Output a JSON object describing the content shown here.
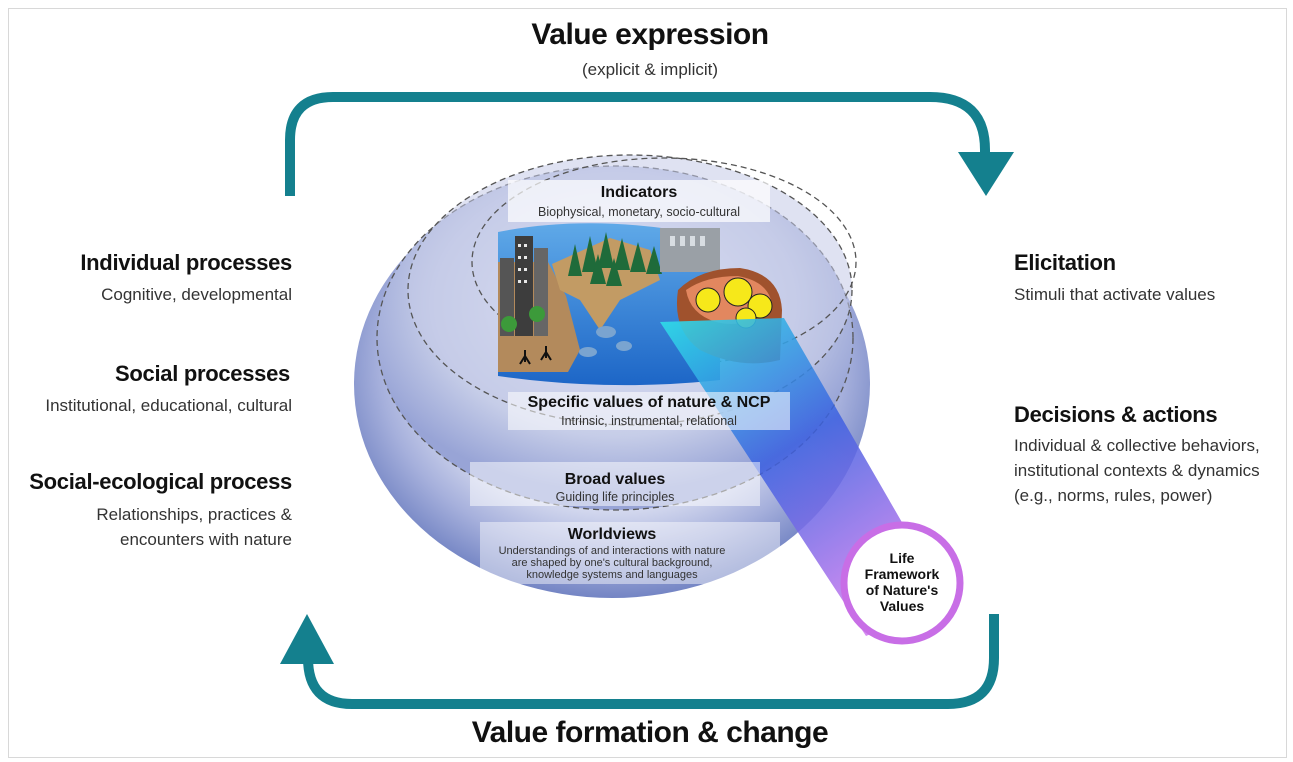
{
  "top": {
    "title": "Value expression",
    "subtitle": "(explicit & implicit)"
  },
  "bottom": {
    "title": "Value formation & change"
  },
  "left": [
    {
      "title": "Individual processes",
      "desc": "Cognitive, developmental"
    },
    {
      "title": "Social processes",
      "desc": "Institutional, educational, cultural"
    },
    {
      "title": "Social-ecological process",
      "desc_lines": [
        "Relationships, practices &",
        "encounters with nature"
      ]
    }
  ],
  "right": [
    {
      "title": "Elicitation",
      "desc": "Stimuli that activate values"
    },
    {
      "title": "Decisions & actions",
      "desc_lines": [
        "Individual & collective behaviors,",
        "institutional contexts & dynamics",
        "(e.g., norms, rules, power)"
      ]
    }
  ],
  "diagram": {
    "indicators": {
      "title": "Indicators",
      "desc": "Biophysical, monetary, socio-cultural"
    },
    "specific": {
      "title": "Specific values of nature & NCP",
      "desc": "Intrinsic, instrumental, relational"
    },
    "broad": {
      "title": "Broad values",
      "desc": "Guiding life principles"
    },
    "worldviews": {
      "title": "Worldviews",
      "desc_lines": [
        "Understandings of and interactions with nature",
        "are shaped by one's cultural background,",
        "knowledge systems and languages"
      ]
    }
  },
  "life_bubble": {
    "lines": [
      "Life",
      "Framework",
      "of Nature's",
      "Values"
    ]
  },
  "colors": {
    "arrow": "#14808e",
    "outer_ellipse": "#7f8fcc",
    "water": "#2f7fd6",
    "bubble": "#c86ee6"
  }
}
